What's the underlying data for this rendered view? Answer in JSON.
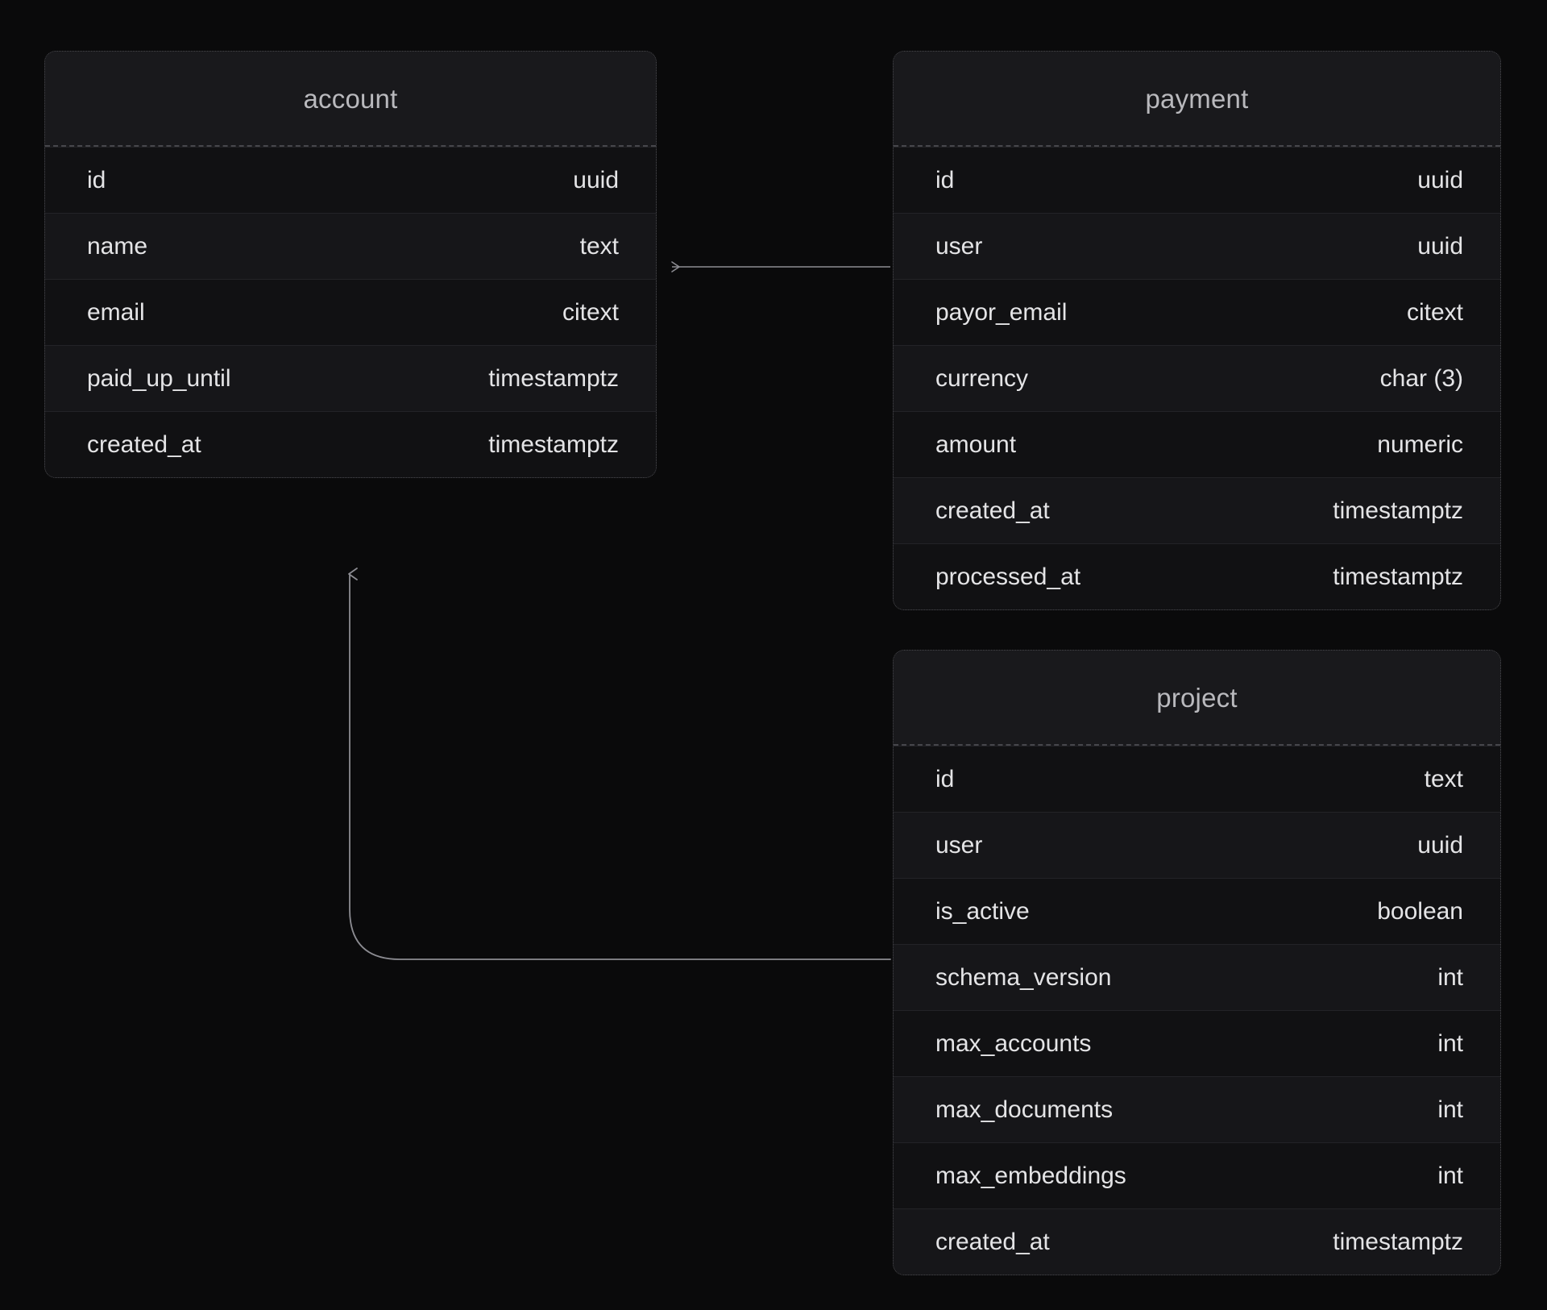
{
  "diagram": {
    "type": "entity-relationship-diagram",
    "background_color": "#0a0a0b",
    "table_background_color": "#151517",
    "border_color": "#4a4a4f",
    "title_color": "#b9b9bd",
    "text_color": "#e4e4e6",
    "edge_color": "#8c8c92"
  },
  "tables": [
    {
      "name": "account",
      "fields": [
        {
          "name": "id",
          "type": "uuid"
        },
        {
          "name": "name",
          "type": "text"
        },
        {
          "name": "email",
          "type": "citext"
        },
        {
          "name": "paid_up_until",
          "type": "timestamptz"
        },
        {
          "name": "created_at",
          "type": "timestamptz"
        }
      ]
    },
    {
      "name": "payment",
      "fields": [
        {
          "name": "id",
          "type": "uuid"
        },
        {
          "name": "user",
          "type": "uuid"
        },
        {
          "name": "payor_email",
          "type": "citext"
        },
        {
          "name": "currency",
          "type": "char (3)"
        },
        {
          "name": "amount",
          "type": "numeric"
        },
        {
          "name": "created_at",
          "type": "timestamptz"
        },
        {
          "name": "processed_at",
          "type": "timestamptz"
        }
      ]
    },
    {
      "name": "project",
      "fields": [
        {
          "name": "id",
          "type": "text"
        },
        {
          "name": "user",
          "type": "uuid"
        },
        {
          "name": "is_active",
          "type": "boolean"
        },
        {
          "name": "schema_version",
          "type": "int"
        },
        {
          "name": "max_accounts",
          "type": "int"
        },
        {
          "name": "max_documents",
          "type": "int"
        },
        {
          "name": "max_embeddings",
          "type": "int"
        },
        {
          "name": "created_at",
          "type": "timestamptz"
        }
      ]
    }
  ],
  "relationships": [
    {
      "from": "payment",
      "from_field": "user",
      "to": "account",
      "to_field": "id",
      "style": "straight-arrow-left"
    },
    {
      "from": "project",
      "from_field": "user",
      "to": "account",
      "to_field": "id",
      "style": "elbow-arrow-up"
    }
  ]
}
